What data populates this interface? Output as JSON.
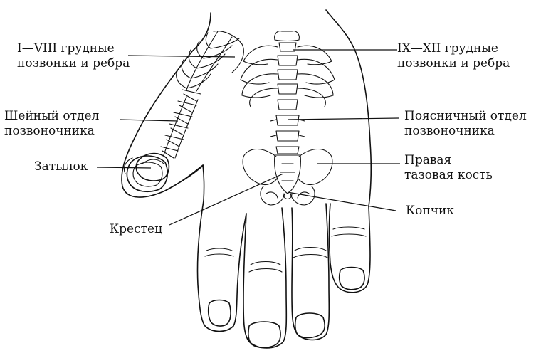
{
  "labels": {
    "thoracic_upper": {
      "line1": "I—VIII грудные",
      "line2": "позвонки и ребра"
    },
    "thoracic_lower": {
      "line1": "IX—XII грудные",
      "line2": "позвонки и ребра"
    },
    "cervical": {
      "line1": "Шейный отдел",
      "line2": "позвоночника"
    },
    "lumbar": {
      "line1": "Поясничный отдел",
      "line2": "позвоночника"
    },
    "occiput": {
      "text": "Затылок"
    },
    "pelvic_bone": {
      "line1": "Правая",
      "line2": "тазовая кость"
    },
    "sacrum": {
      "text": "Крестец"
    },
    "coccyx": {
      "text": "Копчик"
    }
  }
}
